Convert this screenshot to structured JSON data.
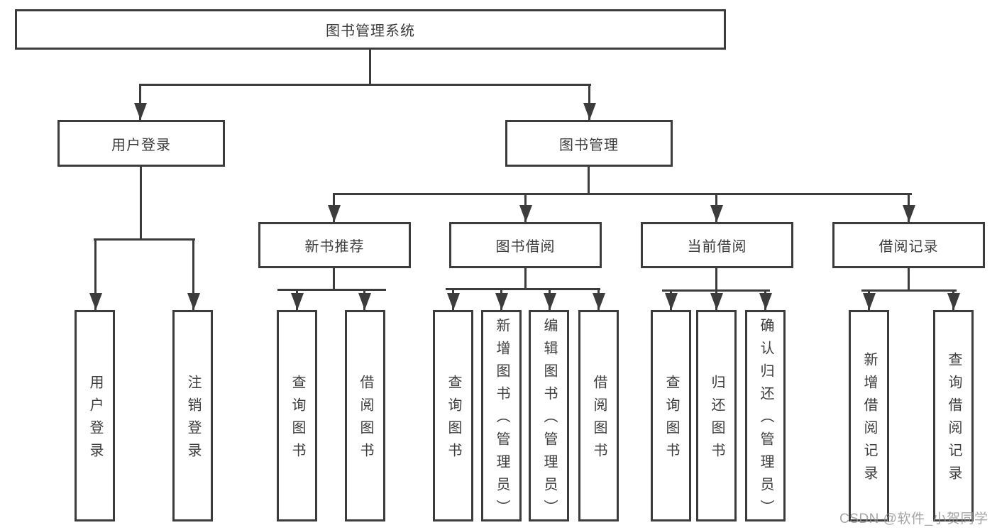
{
  "diagram": {
    "type": "hierarchy-tree",
    "colors": {
      "line": "#3c3c3c",
      "text": "#3d3d3d",
      "box_fill": "#ffffff",
      "background": "#ffffff",
      "watermark": "#8f8f8f"
    },
    "root": {
      "label": "图书管理系统"
    },
    "level2": [
      {
        "label": "用户登录"
      },
      {
        "label": "图书管理"
      }
    ],
    "level3": [
      {
        "label": "新书推荐",
        "parent": "图书管理"
      },
      {
        "label": "图书借阅",
        "parent": "图书管理"
      },
      {
        "label": "当前借阅",
        "parent": "图书管理"
      },
      {
        "label": "借阅记录",
        "parent": "图书管理"
      }
    ],
    "leaves": [
      {
        "label": "用户登录",
        "parent": "用户登录"
      },
      {
        "label": "注销登录",
        "parent": "用户登录"
      },
      {
        "label": "查询图书",
        "parent": "新书推荐"
      },
      {
        "label": "借阅图书",
        "parent": "新书推荐"
      },
      {
        "label": "查询图书",
        "parent": "图书借阅"
      },
      {
        "label": "新增图书（管理员）",
        "parent": "图书借阅"
      },
      {
        "label": "编辑图书（管理员）",
        "parent": "图书借阅"
      },
      {
        "label": "借阅图书",
        "parent": "图书借阅"
      },
      {
        "label": "查询图书",
        "parent": "当前借阅"
      },
      {
        "label": "归还图书",
        "parent": "当前借阅"
      },
      {
        "label": "确认归还（管理员）",
        "parent": "当前借阅"
      },
      {
        "label": "新增借阅记录",
        "parent": "借阅记录"
      },
      {
        "label": "查询借阅记录",
        "parent": "借阅记录"
      }
    ]
  },
  "watermark": {
    "text": "CSDN @软件_小贺同学"
  }
}
